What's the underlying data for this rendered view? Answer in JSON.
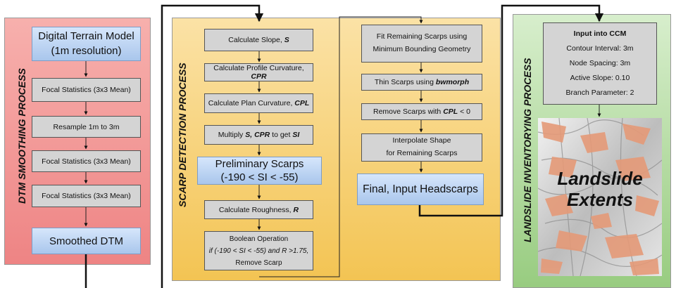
{
  "panels": {
    "smoothing": "DTM SMOOTHING PROCESS",
    "scarp": "SCARP DETECTION PROCESS",
    "inventory": "LANDSLIDE INVENTORYING PROCESS"
  },
  "smoothing_steps": {
    "dtm_line1": "Digital Terrain Model",
    "dtm_line2": "(1m resolution)",
    "focal1": "Focal Statistics (3x3 Mean)",
    "resample": "Resample 1m to 3m",
    "focal2": "Focal Statistics (3x3 Mean)",
    "focal3": "Focal Statistics (3x3 Mean)",
    "smoothed": "Smoothed DTM"
  },
  "scarp_steps": {
    "slope_text": "Calculate Slope, ",
    "slope_var": "S",
    "profile_text": "Calculate Profile Curvature, ",
    "profile_var": "CPR",
    "plan_text": "Calculate Plan Curvature, ",
    "plan_var": "CPL",
    "multiply_text": "Multiply ",
    "multiply_vars": "S, CPR",
    "multiply_mid": " to get ",
    "multiply_result": "SI",
    "prelim_line1": "Preliminary Scarps",
    "prelim_line2": "(-190 < SI < -55)",
    "roughness_text": "Calculate Roughness, ",
    "roughness_var": "R",
    "boolean_line1": "Boolean Operation",
    "boolean_line2": "if (-190 < SI < -55) and R >1.75,",
    "boolean_line3": "Remove Scarp",
    "fit_line1": "Fit Remaining Scarps using",
    "fit_line2": "Minimum Bounding Geometry",
    "thin_text": "Thin Scarps using ",
    "thin_var": "bwmorph",
    "remove_text": "Remove Scarps with ",
    "remove_var": "CPL",
    "remove_tail": " < 0",
    "interp_line1": "Interpolate Shape",
    "interp_line2": "for Remaining Scarps",
    "final": "Final, Input Headscarps"
  },
  "ccm": {
    "title": "Input into CCM",
    "contour": "Contour Interval: 3m",
    "node": "Node Spacing: 3m",
    "slope": "Active Slope: 0.10",
    "branch": "Branch Parameter: 2"
  },
  "map_label": {
    "line1": "Landslide",
    "line2": "Extents"
  },
  "colors": {
    "smoothing_bg": "#f08a8a",
    "scarp_bg": "#f7cc62",
    "inventory_bg": "#a4d48c",
    "box_grey": "#d4d4d4",
    "box_blue": "#a9c6ec",
    "landslide_orange": "#e59a78"
  }
}
